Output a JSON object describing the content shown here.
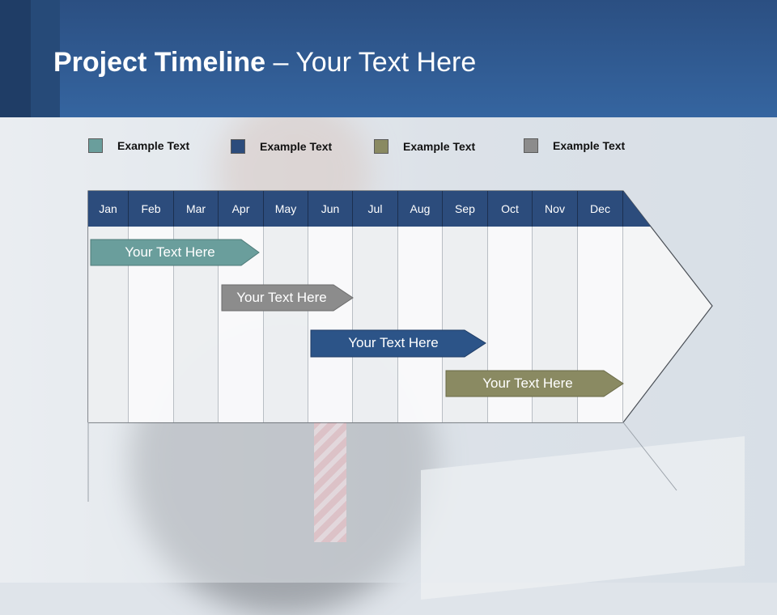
{
  "header": {
    "title_bold": "Project Timeline",
    "title_rest": " – Your Text Here"
  },
  "legend": [
    {
      "label": "Example Text",
      "color": "#6a9e9c"
    },
    {
      "label": "Example Text",
      "color": "#2c4c7c"
    },
    {
      "label": "Example Text",
      "color": "#8a8a62"
    },
    {
      "label": "Example Text",
      "color": "#8c8c8c"
    }
  ],
  "months": [
    "Jan",
    "Feb",
    "Mar",
    "Apr",
    "May",
    "Jun",
    "Jul",
    "Aug",
    "Sep",
    "Oct",
    "Nov",
    "Dec"
  ],
  "tasks": [
    {
      "label": "Your  Text Here",
      "color": "#6a9e9c"
    },
    {
      "label": "Your  Text Here",
      "color": "#8c8c8c"
    },
    {
      "label": "Your  Text Here",
      "color": "#2c5488"
    },
    {
      "label": "Your  Text Here",
      "color": "#8a8a62"
    }
  ],
  "colors": {
    "header": "#2f5a92",
    "month_bar": "#2c4c7c"
  }
}
